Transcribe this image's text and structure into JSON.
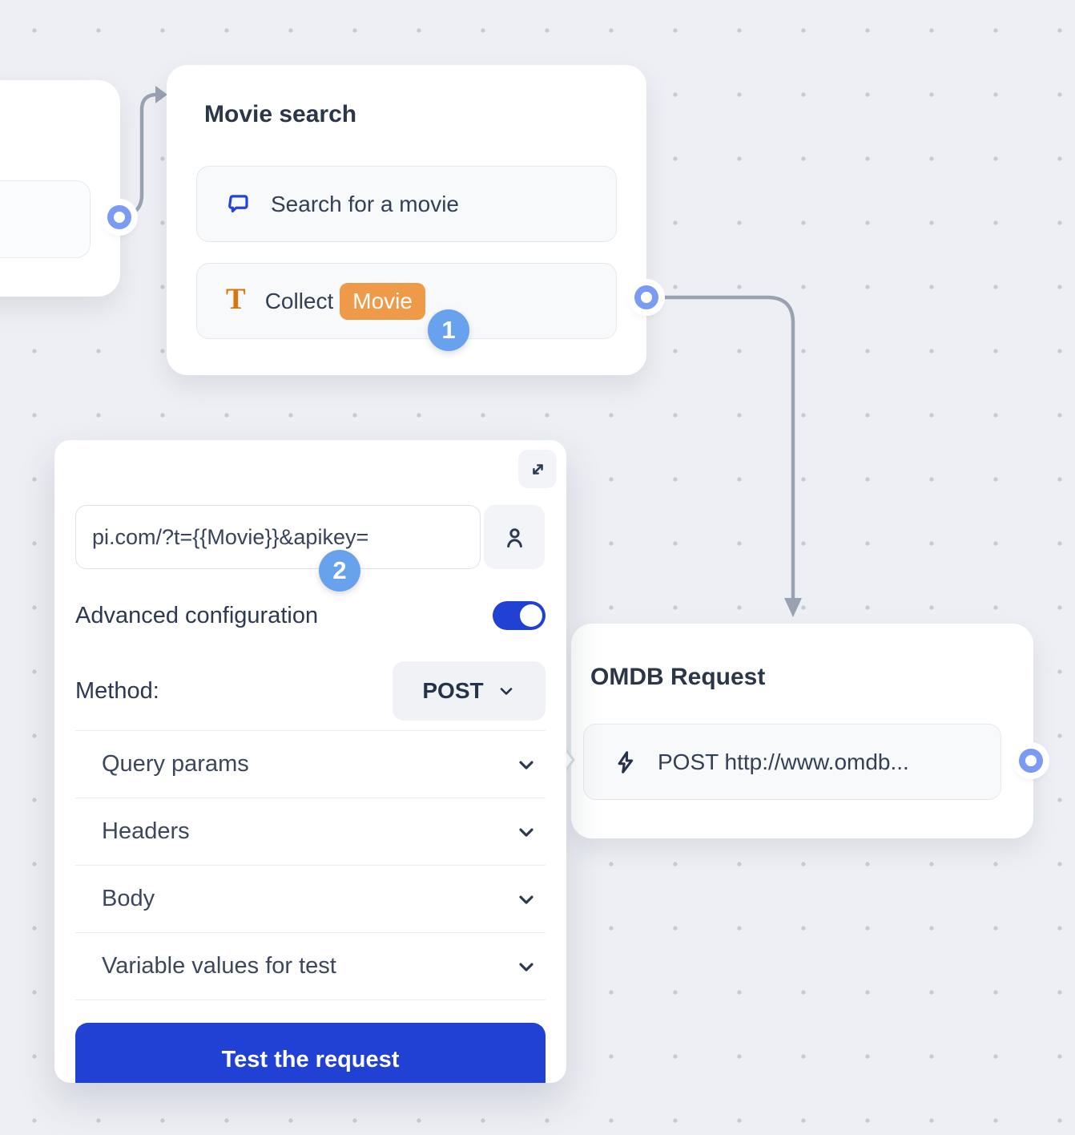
{
  "colors": {
    "background": "#edeff4",
    "grid_dot": "#c6ccd9",
    "card": "#ffffff",
    "row_background": "#f8f9fb",
    "row_border": "#e5e8ee",
    "text_primary": "#2b3648",
    "text_secondary": "#39445a",
    "accent_blue": "#2140d4",
    "step_badge_blue": "#68a1ec",
    "port_blue": "#7b9bf3",
    "connector_gray": "#9aa2b1",
    "variable_badge_orange": "#ee9a49",
    "collect_icon_orange": "#d9750f",
    "chat_icon_blue": "#2342e3"
  },
  "nodes": {
    "movie_search": {
      "title": "Movie search",
      "items": [
        {
          "icon": "chat-bubble-icon",
          "label": "Search for a movie"
        },
        {
          "icon": "text-collect-icon",
          "label": "Collect",
          "variable": "Movie"
        }
      ],
      "output_badge": "1"
    },
    "omdb_request": {
      "title": "OMDB Request",
      "items": [
        {
          "icon": "lightning-icon",
          "label": "POST http://www.omdb..."
        }
      ]
    }
  },
  "panel": {
    "step_badge": "2",
    "expand_icon": "expand-icon",
    "url_input": {
      "value": "pi.com/?t={{Movie}}&apikey=",
      "button_icon": "person-icon"
    },
    "advanced_configuration": {
      "label": "Advanced configuration",
      "enabled": true
    },
    "method": {
      "label": "Method:",
      "value": "POST"
    },
    "sections": [
      {
        "label": "Query params"
      },
      {
        "label": "Headers"
      },
      {
        "label": "Body"
      },
      {
        "label": "Variable values for test"
      }
    ],
    "test_button": "Test the request"
  }
}
